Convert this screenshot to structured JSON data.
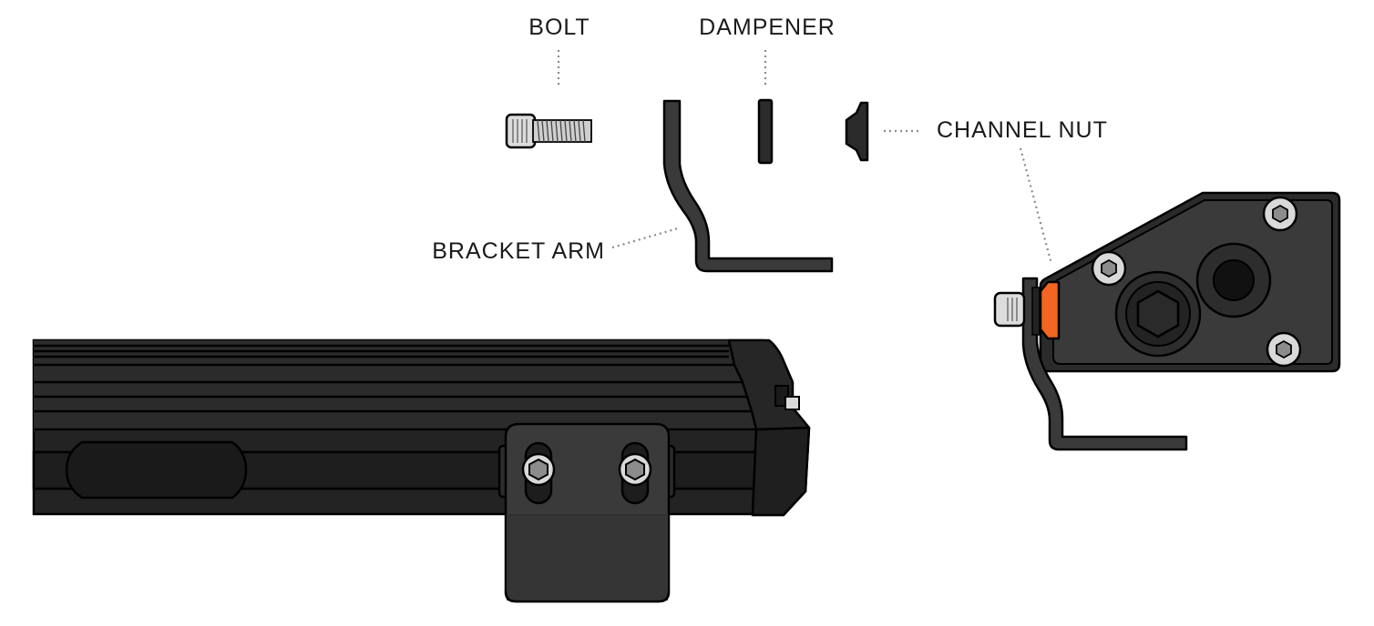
{
  "labels": {
    "bolt": "BOLT",
    "dampener": "DAMPENER",
    "channel_nut": "CHANNEL NUT",
    "bracket_arm": "BRACKET ARM"
  },
  "colors": {
    "body_dark": "#232323",
    "body_mid": "#333333",
    "body_light": "#3d3d3d",
    "bracket": "#3a3a3a",
    "metal_light": "#d9d9d9",
    "channel_nut_accent": "#f26522",
    "leader_line": "#8a8a8a"
  }
}
